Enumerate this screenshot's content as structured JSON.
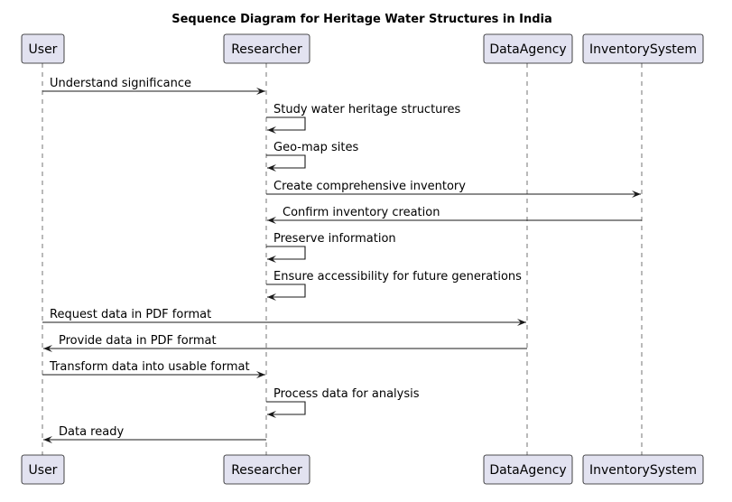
{
  "title": "Sequence Diagram for Heritage Water Structures in India",
  "participants": [
    {
      "id": "user",
      "label": "User"
    },
    {
      "id": "researcher",
      "label": "Researcher"
    },
    {
      "id": "dataagency",
      "label": "DataAgency"
    },
    {
      "id": "inventory",
      "label": "InventorySystem"
    }
  ],
  "messages": [
    {
      "from": "user",
      "to": "researcher",
      "label": "Understand significance"
    },
    {
      "from": "researcher",
      "to": "researcher",
      "label": "Study water heritage structures"
    },
    {
      "from": "researcher",
      "to": "researcher",
      "label": "Geo-map sites"
    },
    {
      "from": "researcher",
      "to": "inventory",
      "label": "Create comprehensive inventory"
    },
    {
      "from": "inventory",
      "to": "researcher",
      "label": "Confirm inventory creation"
    },
    {
      "from": "researcher",
      "to": "researcher",
      "label": "Preserve information"
    },
    {
      "from": "researcher",
      "to": "researcher",
      "label": "Ensure accessibility for future generations"
    },
    {
      "from": "user",
      "to": "dataagency",
      "label": "Request data in PDF format"
    },
    {
      "from": "dataagency",
      "to": "user",
      "label": "Provide data in PDF format"
    },
    {
      "from": "user",
      "to": "researcher",
      "label": "Transform data into usable format"
    },
    {
      "from": "researcher",
      "to": "researcher",
      "label": "Process data for analysis"
    },
    {
      "from": "researcher",
      "to": "user",
      "label": "Data ready"
    }
  ]
}
